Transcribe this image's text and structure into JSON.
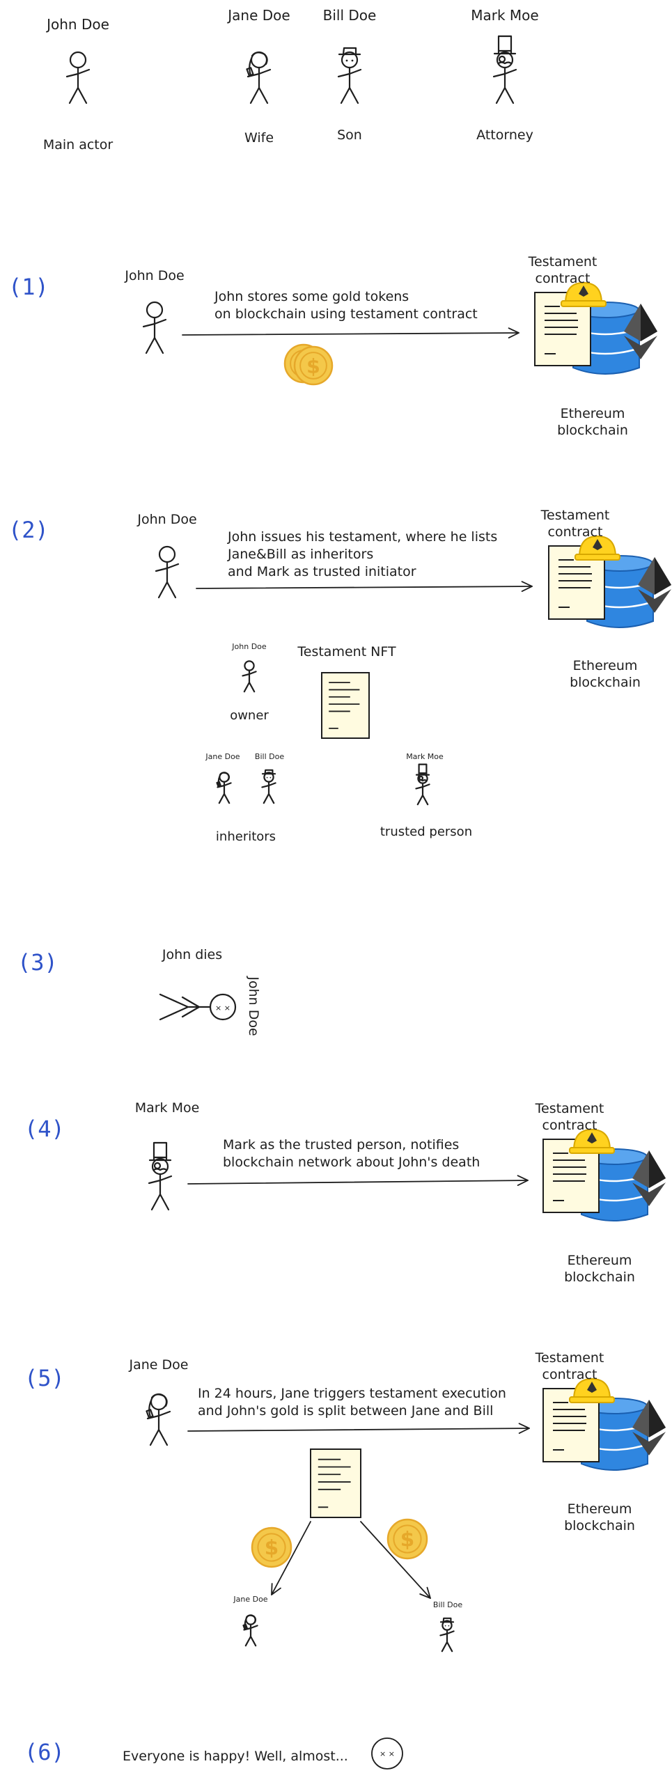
{
  "colors": {
    "ink": "#1e1e1e",
    "step_number": "#2f53c9",
    "coin": "#f4c84a",
    "coin_edge": "#e6a82a",
    "db_blue": "#2f86e0",
    "paper": "#fffbe0",
    "helmet": "#ffd21f",
    "eth_dark": "#333333"
  },
  "cast": [
    {
      "name": "John Doe",
      "role": "Main actor",
      "hat": "none"
    },
    {
      "name": "Jane Doe",
      "role": "Wife",
      "hat": "hair"
    },
    {
      "name": "Bill Doe",
      "role": "Son",
      "hat": "fedora"
    },
    {
      "name": "Mark Moe",
      "role": "Attorney",
      "hat": "tophat"
    }
  ],
  "contract": {
    "label": "Testament contract",
    "chain": "Ethereum blockchain"
  },
  "steps": [
    {
      "number": "(1)",
      "actor": "John Doe",
      "text": [
        "John stores some gold tokens",
        "on blockchain using testament contract"
      ]
    },
    {
      "number": "(2)",
      "actor": "John Doe",
      "text": [
        "John issues his testament, where he lists",
        "Jane&Bill as inheritors",
        "and Mark as trusted initiator"
      ],
      "nft": {
        "title": "Testament NFT",
        "owner_name": "John Doe",
        "owner_label": "owner",
        "inheritor_names": [
          "Jane Doe",
          "Bill Doe"
        ],
        "inheritors_label": "inheritors",
        "trusted_name": "Mark Moe",
        "trusted_label": "trusted person"
      }
    },
    {
      "number": "(3)",
      "text": [
        "John dies"
      ],
      "rotated_name": "John Doe"
    },
    {
      "number": "(4)",
      "actor": "Mark Moe",
      "text": [
        "Mark as the trusted person, notifies",
        "blockchain network about John's death"
      ]
    },
    {
      "number": "(5)",
      "actor": "Jane Doe",
      "text": [
        "In 24 hours, Jane triggers testament execution",
        "and John's gold is split between Jane and Bill"
      ],
      "recipients": [
        "Jane Doe",
        "Bill Doe"
      ]
    },
    {
      "number": "(6)",
      "text": [
        "Everyone is happy! Well, almost..."
      ]
    }
  ],
  "icons": {
    "coin": "dollar-coin-icon",
    "document": "document-icon",
    "database": "database-icon",
    "ethereum": "ethereum-logo-icon",
    "helmet": "hard-hat-icon"
  }
}
